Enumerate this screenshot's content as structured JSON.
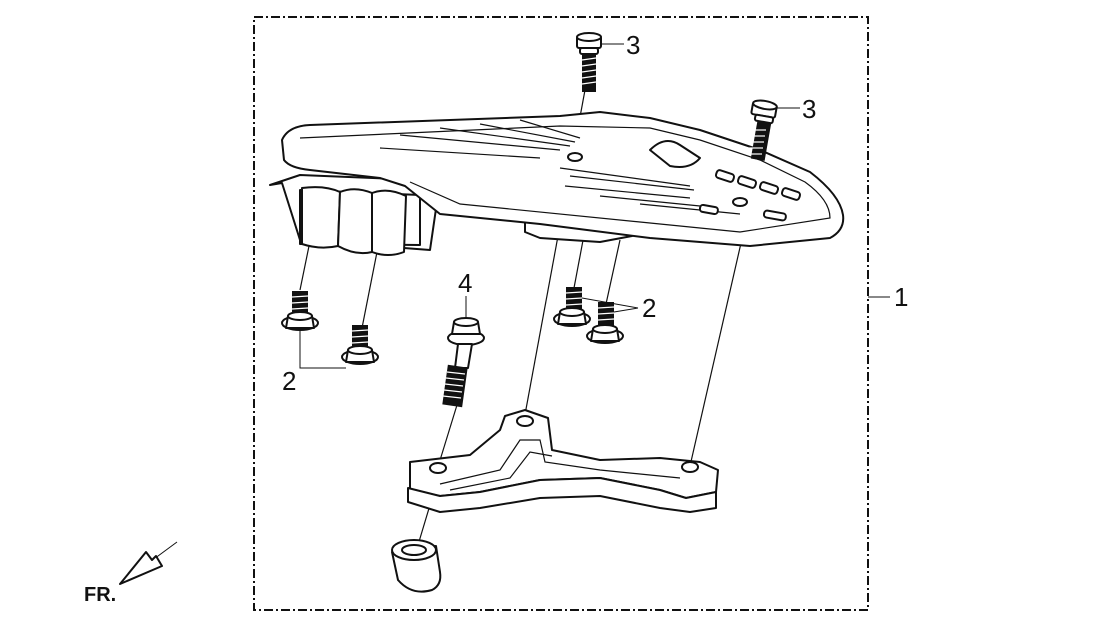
{
  "diagram": {
    "callouts": {
      "assembly": "1",
      "bolt_short_left": "2",
      "bolt_short_right": "2",
      "bolt_top_center": "3",
      "bolt_top_right": "3",
      "bolt_long": "4"
    },
    "orientation": {
      "label": "FR."
    },
    "colors": {
      "line": "#111111",
      "background": "#ffffff"
    }
  }
}
